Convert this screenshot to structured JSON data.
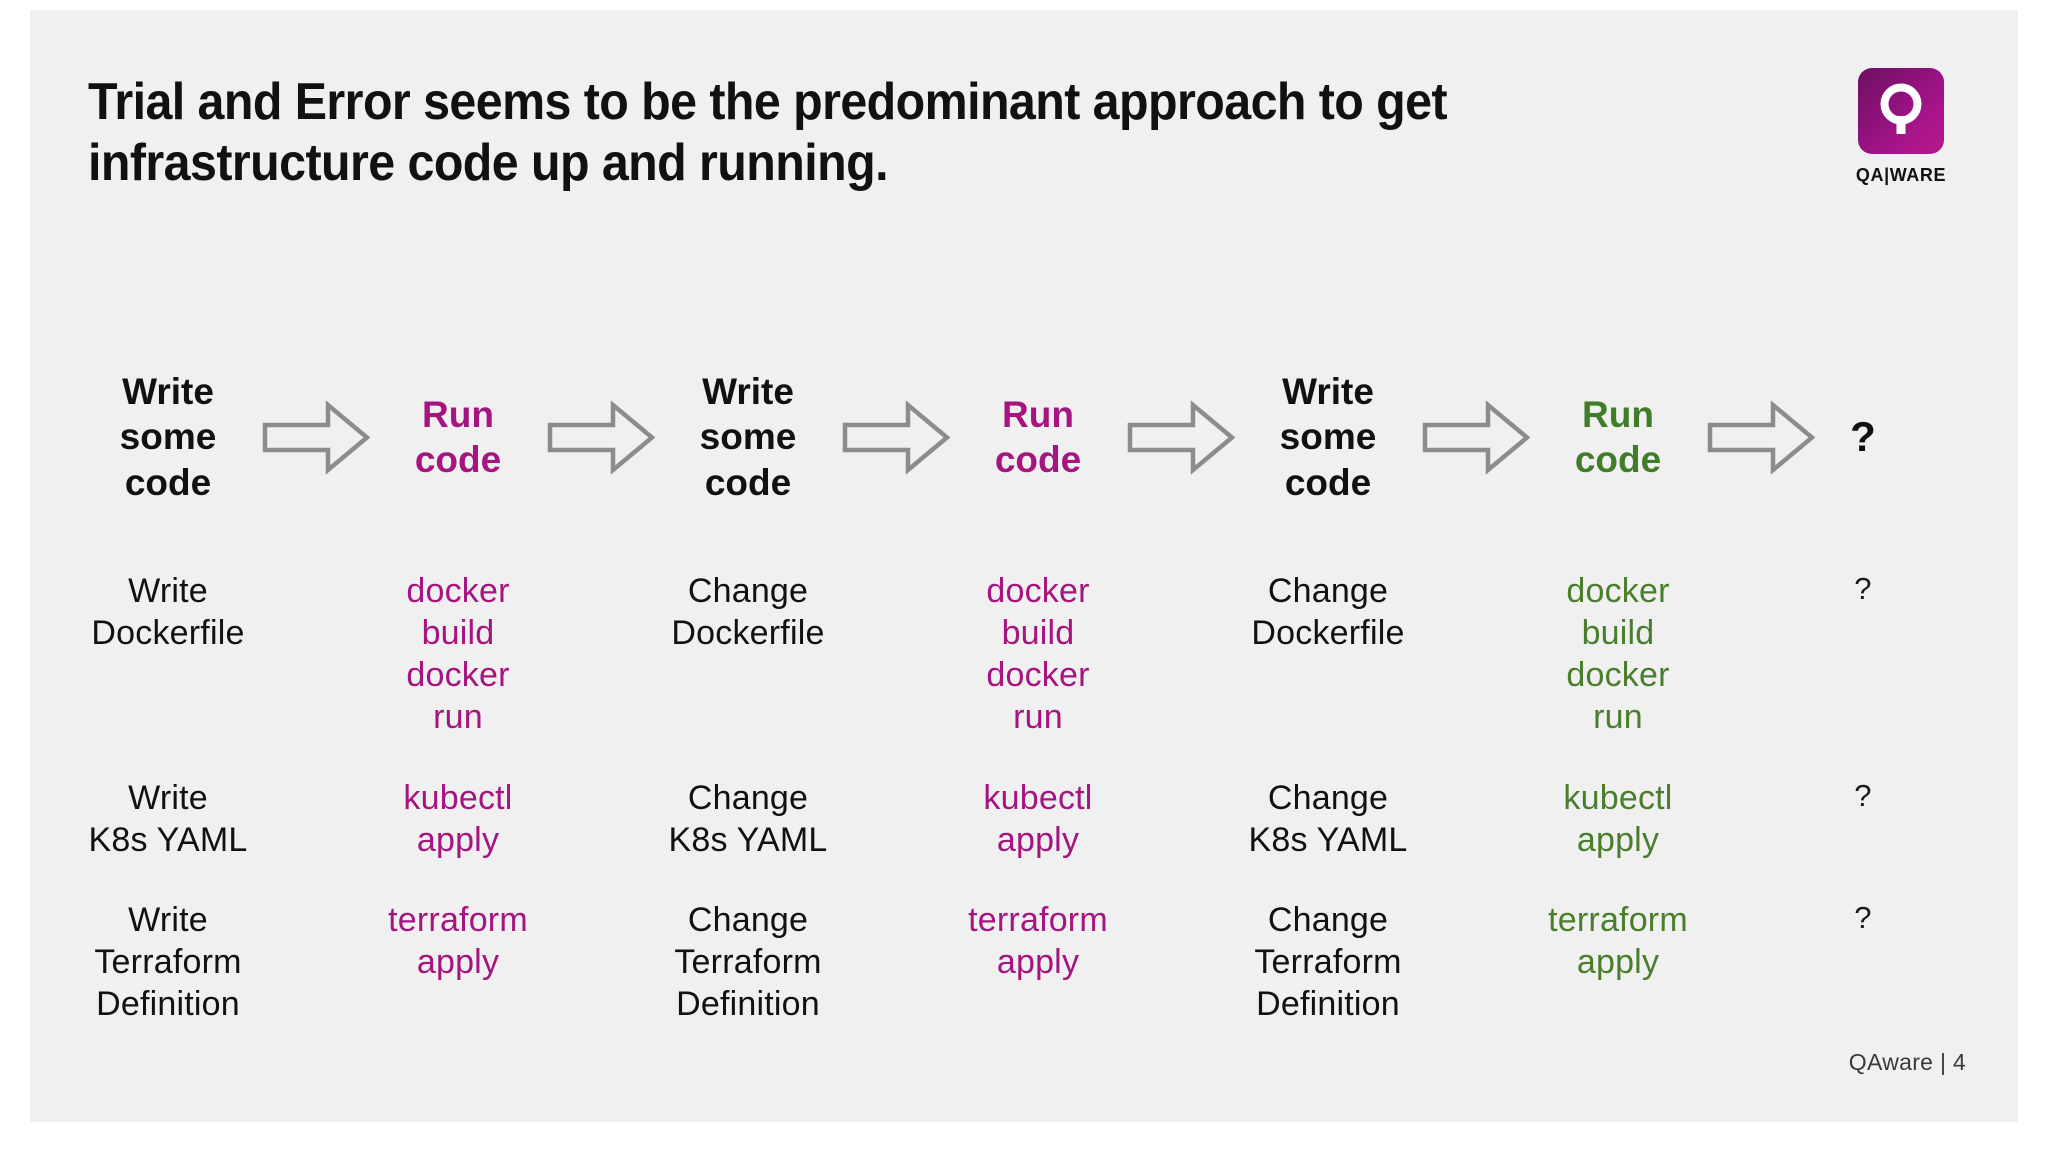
{
  "slide": {
    "background_color": "#f1f0f1",
    "title": "Trial and Error seems to be the predominant approach to get infrastructure code up and running.",
    "footer": "QAware | 4"
  },
  "brand": {
    "logo_wordmark": "QA|WARE",
    "magenta": "#a5147f",
    "green": "#3f7d28",
    "arrow_gray": "#8c8c8c",
    "text_black": "#111111"
  },
  "flow": {
    "steps": [
      {
        "label": "Write\nsome\ncode",
        "color": "black",
        "kind": "step"
      },
      {
        "label": "Run\ncode",
        "color": "magenta",
        "kind": "step"
      },
      {
        "label": "Write\nsome\ncode",
        "color": "black",
        "kind": "step"
      },
      {
        "label": "Run\ncode",
        "color": "magenta",
        "kind": "step"
      },
      {
        "label": "Write\nsome\ncode",
        "color": "black",
        "kind": "step"
      },
      {
        "label": "Run\ncode",
        "color": "green",
        "kind": "step"
      },
      {
        "label": "?",
        "color": "black",
        "kind": "question"
      }
    ],
    "arrow_icon": "arrow-right-icon",
    "arrow_count": 6
  },
  "grid": {
    "columns": [
      {
        "name": "write-1",
        "color": "black"
      },
      {
        "name": "run-1",
        "color": "magenta"
      },
      {
        "name": "write-2",
        "color": "black"
      },
      {
        "name": "run-2",
        "color": "magenta"
      },
      {
        "name": "write-3",
        "color": "black"
      },
      {
        "name": "run-3",
        "color": "green"
      },
      {
        "name": "question",
        "color": "black"
      }
    ],
    "rows": [
      {
        "id": "docker-row",
        "cells": [
          "Write\nDockerfile",
          "docker build\ndocker run",
          "Change\nDockerfile",
          "docker build\ndocker run",
          "Change\nDockerfile",
          "docker build\ndocker run",
          "?"
        ]
      },
      {
        "id": "kubernetes-row",
        "cells": [
          "Write\nK8s YAML",
          "kubectl\napply",
          "Change\nK8s YAML",
          "kubectl\napply",
          "Change\nK8s YAML",
          "kubectl\napply",
          "?"
        ]
      },
      {
        "id": "terraform-row",
        "cells": [
          "Write\nTerraform\nDefinition",
          "terraform\napply",
          "Change\nTerraform\nDefinition",
          "terraform\napply",
          "Change\nTerraform\nDefinition",
          "terraform\napply",
          "?"
        ]
      }
    ]
  }
}
